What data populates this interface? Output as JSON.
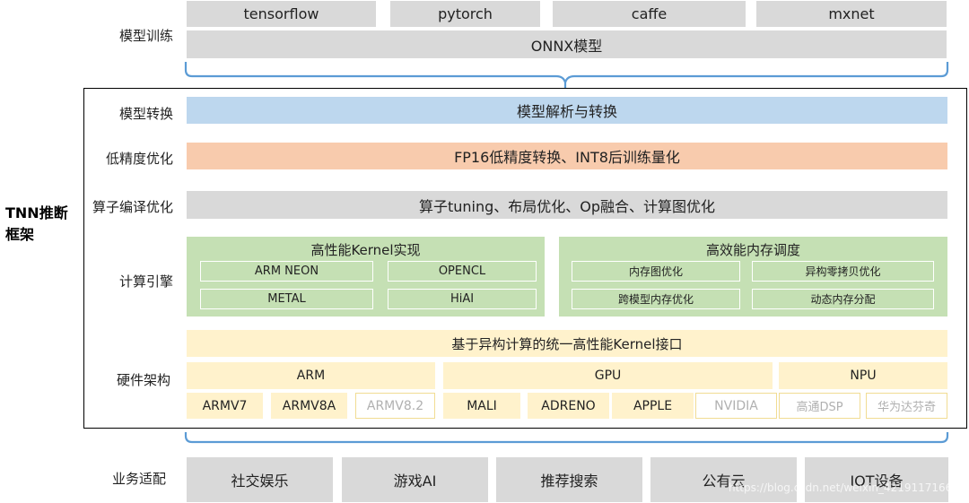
{
  "framework_title": [
    "TNN推断",
    "框架"
  ],
  "training": {
    "label": "模型训练",
    "frameworks": [
      "tensorflow",
      "pytorch",
      "caffe",
      "mxnet"
    ],
    "onnx": "ONNX模型"
  },
  "conversion": {
    "label": "模型转换",
    "text": "模型解析与转换"
  },
  "low_precision": {
    "label": "低精度优化",
    "text": "FP16低精度转换、INT8后训练量化"
  },
  "op_compile": {
    "label": "算子编译优化",
    "text": "算子tuning、布局优化、Op融合、计算图优化"
  },
  "engine": {
    "label": "计算引擎",
    "kernel": {
      "title": "高性能Kernel实现",
      "items": [
        "ARM NEON",
        "OPENCL",
        "METAL",
        "HiAI"
      ]
    },
    "memory": {
      "title": "高效能内存调度",
      "items": [
        "内存图优化",
        "异构零拷贝优化",
        "跨模型内存优化",
        "动态内存分配"
      ]
    }
  },
  "hardware": {
    "label": "硬件架构",
    "interface": "基于异构计算的统一高性能Kernel接口",
    "groups": [
      "ARM",
      "GPU",
      "NPU"
    ],
    "chips": [
      "ARMV7",
      "ARMV8A",
      "ARMV8.2",
      "MALI",
      "ADRENO",
      "APPLE",
      "NVIDIA",
      "高通DSP",
      "华为达芬奇"
    ]
  },
  "business": {
    "label": "业务适配",
    "items": [
      "社交娱乐",
      "游戏AI",
      "推荐搜索",
      "公有云",
      "IOT设备"
    ]
  },
  "watermark": "https://blog.csdn.net/weixin_42191171661",
  "colors": {
    "gray": "#d9d9d9",
    "blue": "#bdd7ee",
    "orange": "#f8cbad",
    "green": "#c5e0b4",
    "cream": "#fff2cc",
    "brace": "#5b9bd5",
    "frame": "#000000"
  }
}
